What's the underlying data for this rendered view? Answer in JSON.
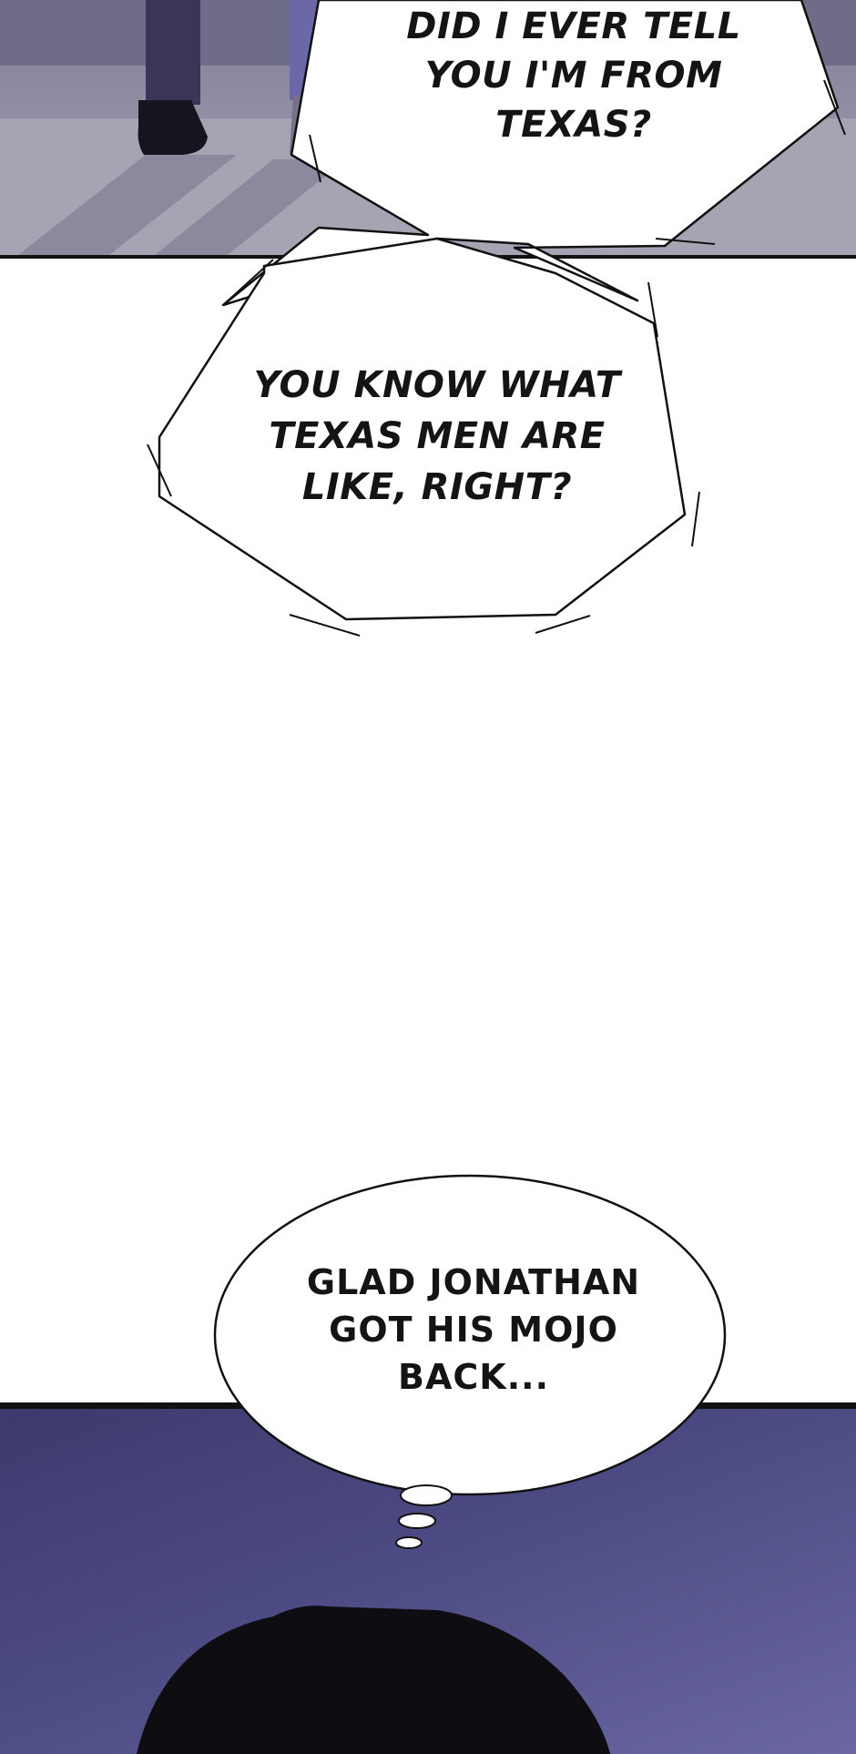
{
  "bubbles": [
    {
      "id": "speech-texas-question",
      "lines": [
        "DID I EVER TELL",
        "YOU I'M FROM",
        "TEXAS?"
      ]
    },
    {
      "id": "speech-texas-men",
      "lines": [
        "YOU KNOW WHAT",
        "TEXAS MEN ARE",
        "LIKE, RIGHT?"
      ]
    },
    {
      "id": "thought-mojo",
      "lines": [
        "GLAD JONATHAN",
        "GOT HIS MOJO",
        "BACK..."
      ]
    }
  ],
  "colors": {
    "panel_top": "#8f8da3",
    "panel_bottom": "#4c4a82",
    "ink": "#141414",
    "paper": "#ffffff"
  }
}
